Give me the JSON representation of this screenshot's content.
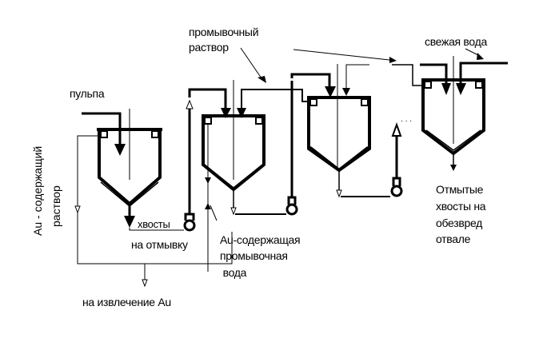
{
  "diagram": {
    "title": "Counter-current decantation washing scheme",
    "labels": {
      "pulp": "пульпа",
      "au_solution_line1": "Au - содержащий",
      "au_solution_line2": "раствор",
      "tails": "хвосты",
      "to_washing": "на отмывку",
      "to_au_recovery": "на извлечение Au",
      "wash_solution_line1": "промывочный",
      "wash_solution_line2": "раствор",
      "au_wash_water_line1": "Au-содержащая",
      "au_wash_water_line2": "промывочная",
      "au_wash_water_line3": " вода",
      "fresh_water": "свежая вода",
      "washed_tails_line1": "Отмытые",
      "washed_tails_line2": "хвосты на",
      "washed_tails_line3": "обезвред",
      "washed_tails_line4": "отвале",
      "continuation": "· · ·"
    },
    "nodes": [
      {
        "id": "thickener-1",
        "type": "thickener"
      },
      {
        "id": "thickener-2",
        "type": "thickener"
      },
      {
        "id": "thickener-3",
        "type": "thickener"
      },
      {
        "id": "thickener-4",
        "type": "thickener"
      },
      {
        "id": "pump-1",
        "type": "pump"
      },
      {
        "id": "pump-2",
        "type": "pump"
      },
      {
        "id": "pump-3",
        "type": "pump"
      }
    ],
    "colors": {
      "line": "#000000",
      "background": "#ffffff"
    }
  }
}
